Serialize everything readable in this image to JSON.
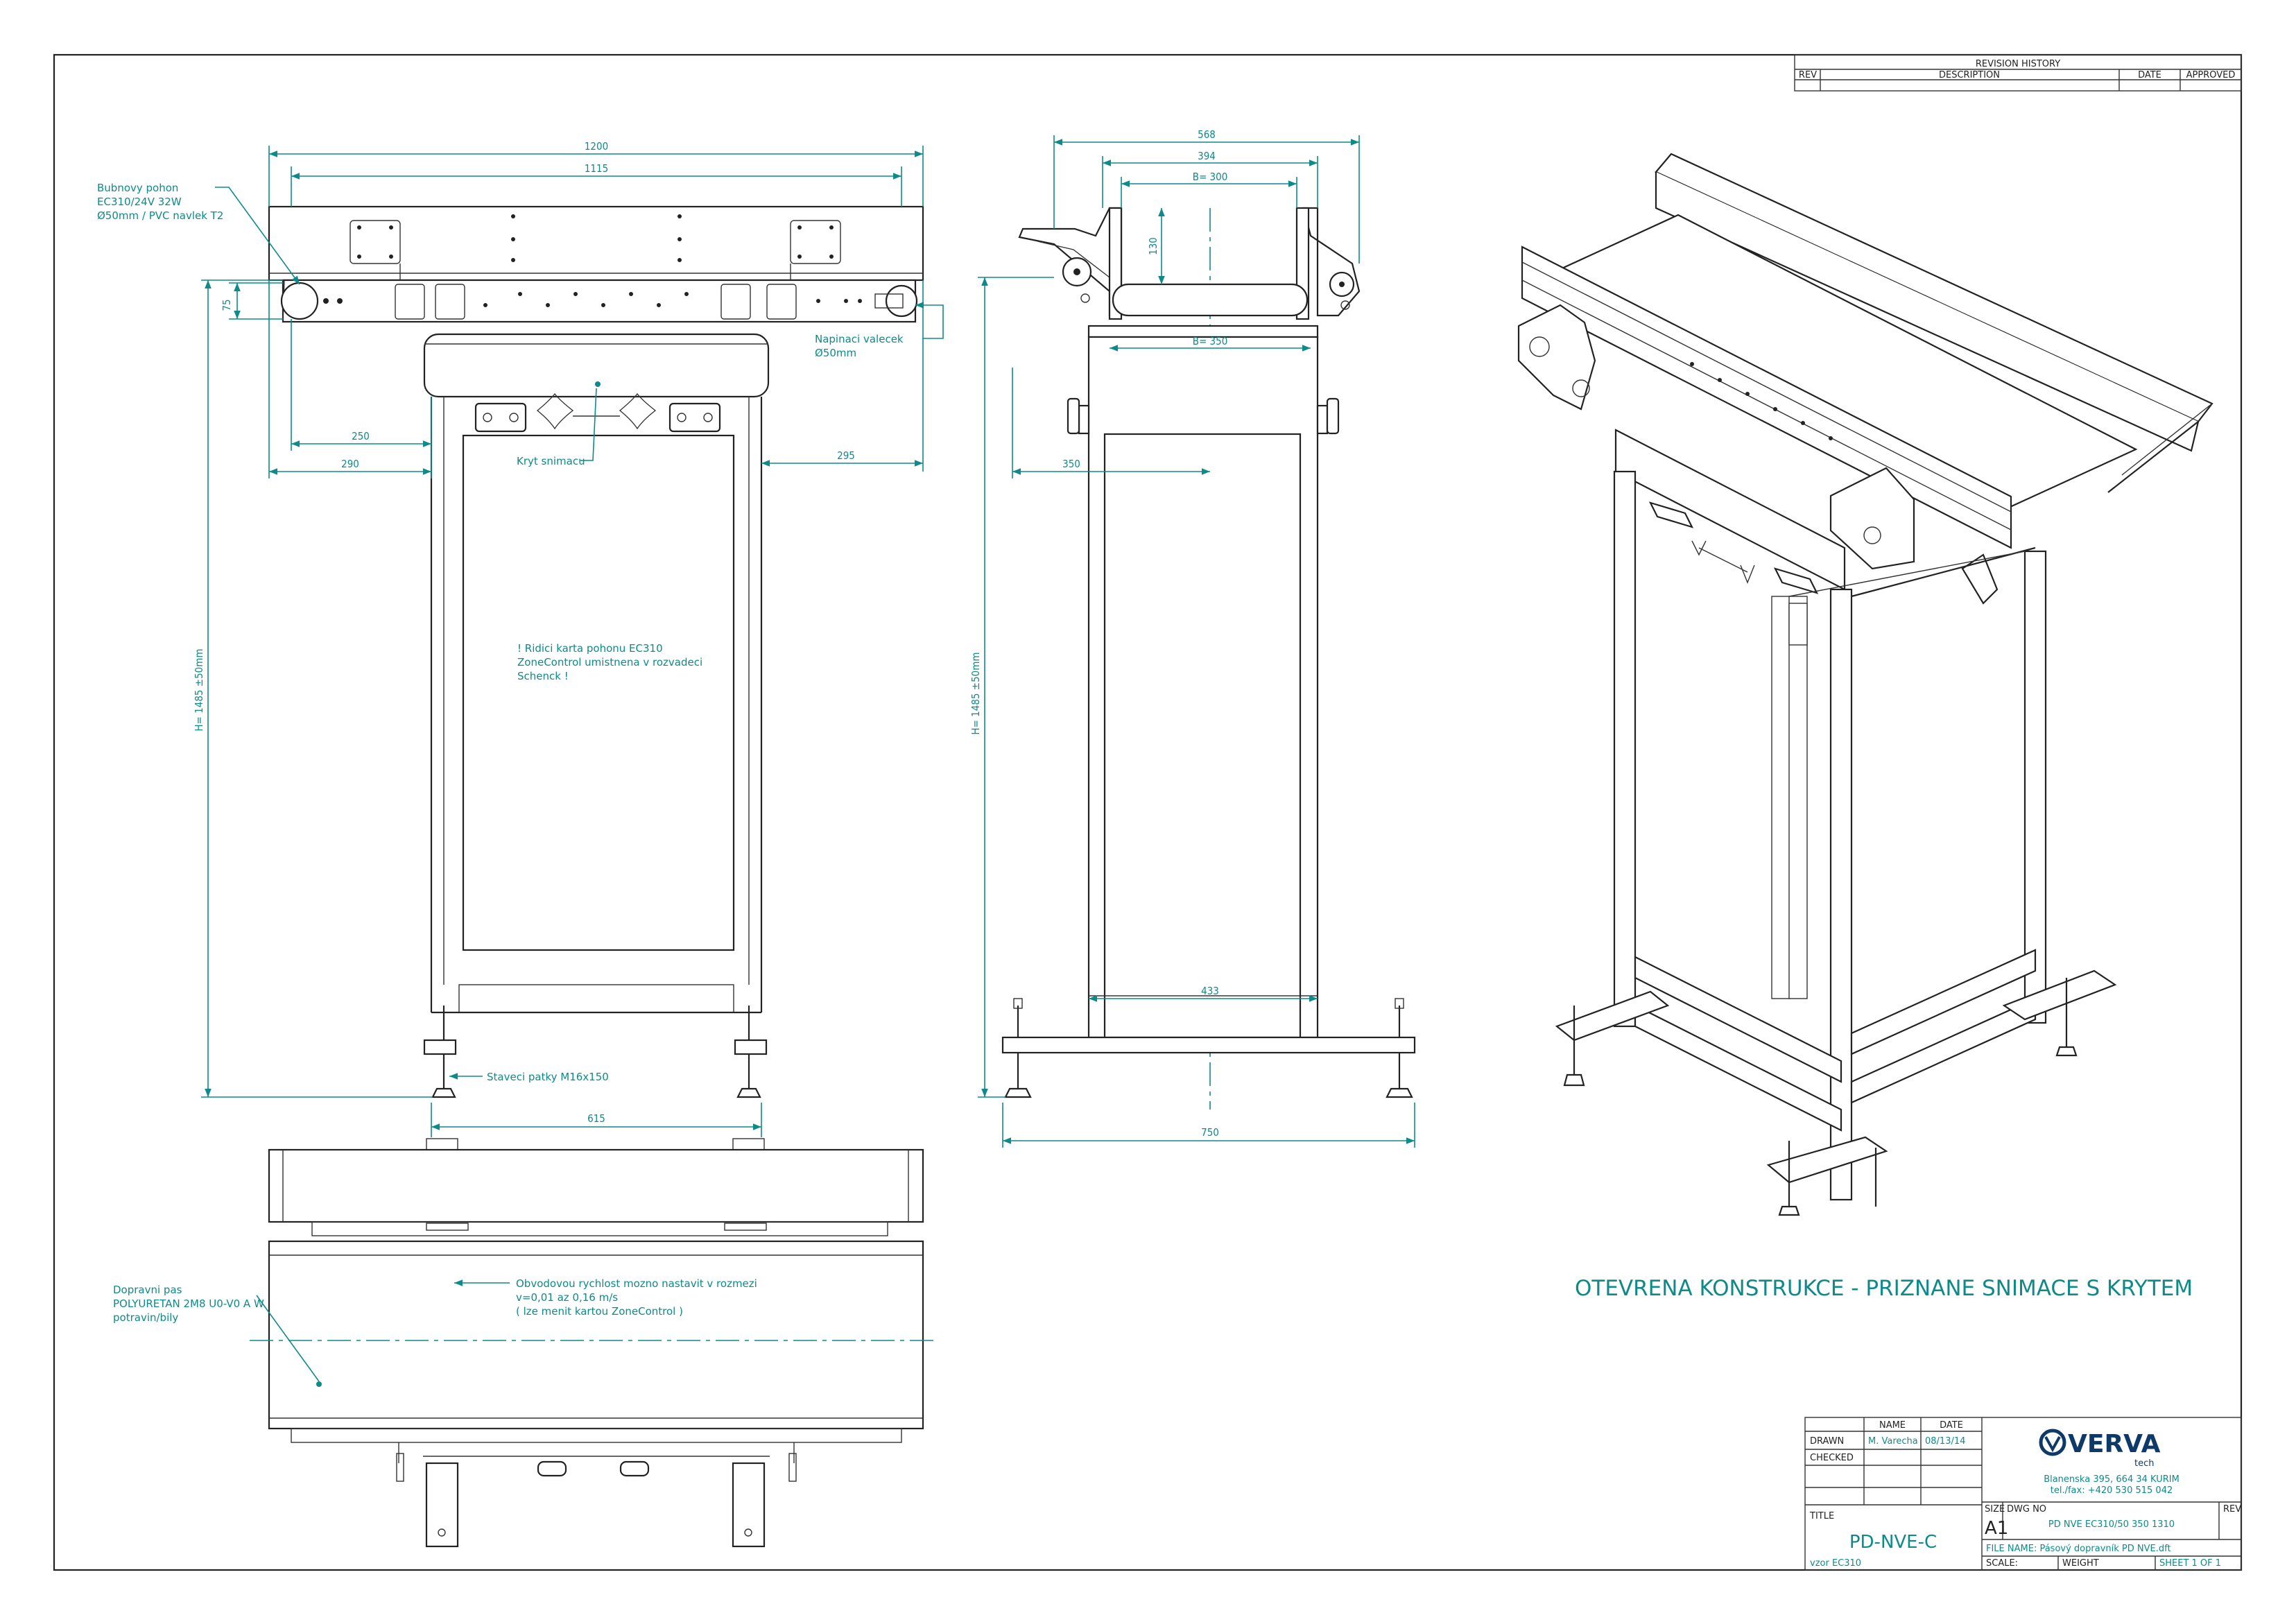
{
  "revision": {
    "title": "REVISION HISTORY",
    "col_rev": "REV",
    "col_desc": "DESCRIPTION",
    "col_date": "DATE",
    "col_appr": "APPROVED"
  },
  "front": {
    "dim_1200": "1200",
    "dim_1115": "1115",
    "dim_75": "75",
    "dim_250": "250",
    "dim_290": "290",
    "dim_295": "295",
    "dim_615": "615",
    "dim_h": "H= 1485 ±50mm",
    "note_drive_l1": "Bubnovy pohon",
    "note_drive_l2": "EC310/24V 32W",
    "note_drive_l3": "Ø50mm / PVC navlek T2",
    "note_roller_l1": "Napinaci valecek",
    "note_roller_l2": "Ø50mm",
    "note_cover": "Kryt snimacu",
    "note_card_l1": "! Ridici karta pohonu EC310",
    "note_card_l2": "ZoneControl umistnena v rozvadeci",
    "note_card_l3": "Schenck !",
    "note_feet": "Staveci patky M16x150"
  },
  "side": {
    "dim_568": "568",
    "dim_394": "394",
    "dim_b300": "B= 300",
    "dim_130": "130",
    "dim_b350": "B= 350",
    "dim_350": "350",
    "dim_h": "H= 1485 ±50mm",
    "dim_433": "433",
    "dim_750": "750"
  },
  "top": {
    "note_belt_l1": "Dopravni pas",
    "note_belt_l2": "POLYURETAN 2M8 U0-V0 A W",
    "note_belt_l3": "potravin/bily",
    "note_speed_l1": "Obvodovou rychlost mozno nastavit v rozmezi",
    "note_speed_l2": "v=0,01 az 0,16 m/s",
    "note_speed_l3": "( lze menit kartou ZoneControl )"
  },
  "iso_caption": "OTEVRENA KONSTRUKCE - PRIZNANE SNIMACE S KRYTEM",
  "title_block": {
    "col_name": "NAME",
    "col_date": "DATE",
    "row_drawn": "DRAWN",
    "drawn_name": "M. Varecha",
    "drawn_date": "08/13/14",
    "row_checked": "CHECKED",
    "logo": "VERVA",
    "logo_sub": "tech",
    "address_l1": "Blanenska 395, 664 34 KURIM",
    "address_l2": "tel./fax: +420 530 515 042",
    "title_label": "TITLE",
    "title_value": "PD-NVE-C",
    "size_label": "SIZE",
    "size_value": "A1",
    "dwg_label": "DWG NO",
    "dwg_value": "PD NVE EC310/50 350 1310",
    "rev_label": "REV",
    "file_label": "FILE NAME: Pásový dopravník PD NVE.dft",
    "scale_label": "SCALE:",
    "weight_label": "WEIGHT",
    "sheet_label": "SHEET 1 OF 1",
    "bottom_note": "vzor EC310"
  },
  "colors": {
    "dimension": "#0e8a8a",
    "line": "#222222"
  }
}
